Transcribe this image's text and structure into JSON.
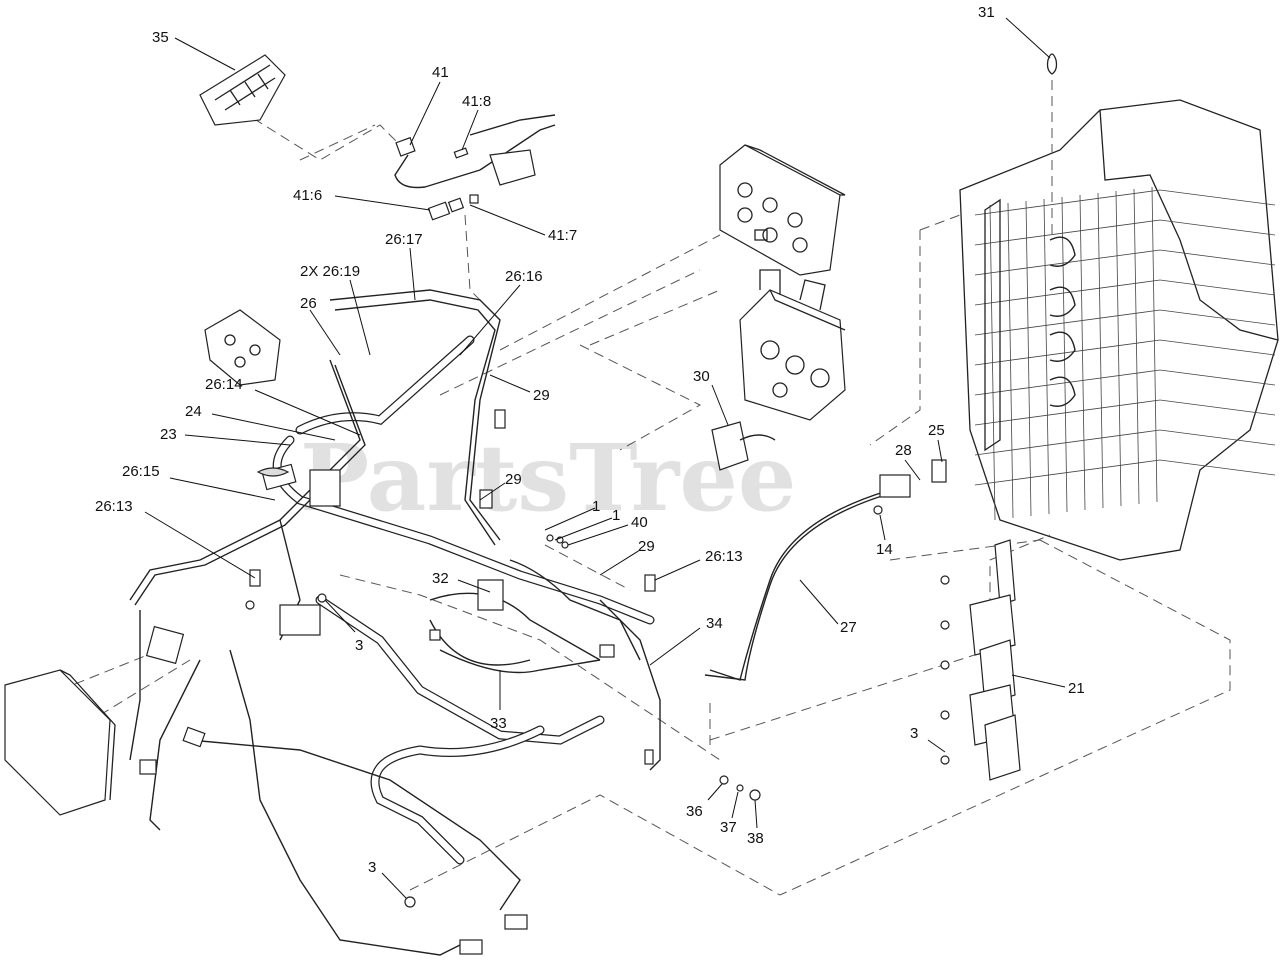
{
  "watermark": "PartsTree",
  "callouts": [
    {
      "id": "c35",
      "text": "35"
    },
    {
      "id": "c41",
      "text": "41"
    },
    {
      "id": "c41_8",
      "text": "41:8"
    },
    {
      "id": "c41_6",
      "text": "41:6"
    },
    {
      "id": "c41_7",
      "text": "41:7"
    },
    {
      "id": "c26_17",
      "text": "26:17"
    },
    {
      "id": "c2x26_19",
      "text": "2X 26:19"
    },
    {
      "id": "c26_16",
      "text": "26:16"
    },
    {
      "id": "c26",
      "text": "26"
    },
    {
      "id": "c29a",
      "text": "29"
    },
    {
      "id": "c26_14",
      "text": "26:14"
    },
    {
      "id": "c24",
      "text": "24"
    },
    {
      "id": "c23",
      "text": "23"
    },
    {
      "id": "c26_15",
      "text": "26:15"
    },
    {
      "id": "c29b",
      "text": "29"
    },
    {
      "id": "c26_13a",
      "text": "26:13"
    },
    {
      "id": "c1a",
      "text": "1"
    },
    {
      "id": "c1b",
      "text": "1"
    },
    {
      "id": "c40",
      "text": "40"
    },
    {
      "id": "c29c",
      "text": "29"
    },
    {
      "id": "c26_13b",
      "text": "26:13"
    },
    {
      "id": "c32",
      "text": "32"
    },
    {
      "id": "c3a",
      "text": "3"
    },
    {
      "id": "c34",
      "text": "34"
    },
    {
      "id": "c33",
      "text": "33"
    },
    {
      "id": "c30",
      "text": "30"
    },
    {
      "id": "c31",
      "text": "31"
    },
    {
      "id": "c28",
      "text": "28"
    },
    {
      "id": "c25",
      "text": "25"
    },
    {
      "id": "c14",
      "text": "14"
    },
    {
      "id": "c27",
      "text": "27"
    },
    {
      "id": "c21",
      "text": "21"
    },
    {
      "id": "c3b",
      "text": "3"
    },
    {
      "id": "c36",
      "text": "36"
    },
    {
      "id": "c37",
      "text": "37"
    },
    {
      "id": "c38",
      "text": "38"
    },
    {
      "id": "c3c",
      "text": "3"
    }
  ]
}
